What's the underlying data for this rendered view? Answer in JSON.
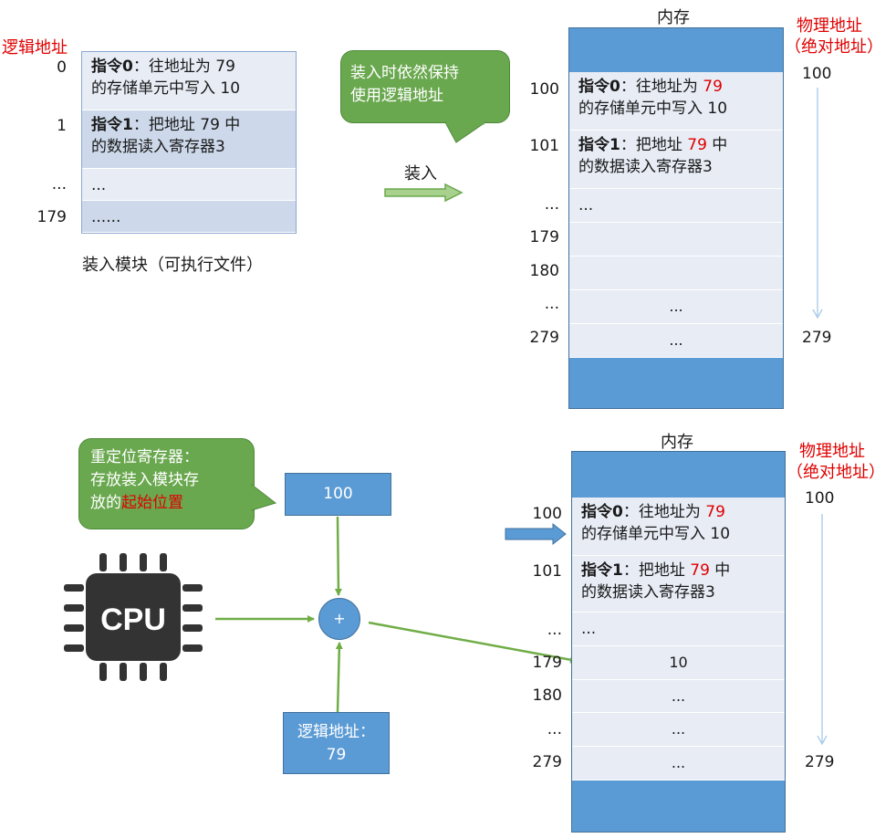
{
  "top_module": {
    "logical_address_header": "逻辑地址",
    "row_labels": [
      "0",
      "1",
      "...",
      "179"
    ],
    "instruction0": {
      "label": "指令0",
      "text_a": "：往地址为 79",
      "text_b": "的存储单元中写入 10"
    },
    "instruction1": {
      "label": "指令1",
      "text_a": "：把地址 79 中",
      "text_b": "的数据读入寄存器3"
    },
    "row2_text": "...",
    "row3_text": "......",
    "caption": "装入模块（可执行文件）"
  },
  "top_middle": {
    "bubble_line1": "装入时依然保持",
    "bubble_line2": "使用逻辑地址",
    "arrow_label": "装入"
  },
  "top_memory": {
    "title": "内存",
    "physical_address_header": "物理地址",
    "physical_address_sub": "（绝对地址）",
    "start_address": "100",
    "end_address": "279",
    "row_labels": [
      "100",
      "101",
      "...",
      "179",
      "180",
      "...",
      "279"
    ],
    "instruction0": {
      "label": "指令0",
      "text_a": "：往地址为 ",
      "addr": "79",
      "text_b": "的存储单元中写入 10"
    },
    "instruction1": {
      "label": "指令1",
      "text_a": "：把地址 ",
      "addr": "79",
      "text_a2": " 中",
      "text_b": "的数据读入寄存器3"
    },
    "row2_text": "...",
    "row5_text": "...",
    "row6_text": "..."
  },
  "bottom": {
    "bubble_line1": "重定位寄存器：",
    "bubble_line2": "存放装入模块存",
    "bubble_line3_a": "放的",
    "bubble_line3_b": "起始位置",
    "register_value": "100",
    "cpu_label": "CPU",
    "adder_symbol": "+",
    "logical_box_line1": "逻辑地址：",
    "logical_box_line2": "79"
  },
  "bottom_memory": {
    "title": "内存",
    "physical_address_header": "物理地址",
    "physical_address_sub": "（绝对地址）",
    "start_address": "100",
    "end_address": "279",
    "row_labels": [
      "100",
      "101",
      "...",
      "179",
      "180",
      "...",
      "279"
    ],
    "instruction0": {
      "label": "指令0",
      "text_a": "：往地址为 ",
      "addr": "79",
      "text_b": "的存储单元中写入 10"
    },
    "instruction1": {
      "label": "指令1",
      "text_a": "：把地址 ",
      "addr": "79",
      "text_a2": " 中",
      "text_b": "的数据读入寄存器3"
    },
    "row2_text": "...",
    "row3_value": "10",
    "row4_text": "...",
    "row5_text": "...",
    "row6_text": "..."
  },
  "colors": {
    "memory_fill": "#5b9bd5",
    "row_dark": "#cdd9ea",
    "row_light": "#e7ecf5",
    "bubble_green": "#6aa84f",
    "arrow_green": "#70ad47",
    "red_text": "#e00000"
  }
}
